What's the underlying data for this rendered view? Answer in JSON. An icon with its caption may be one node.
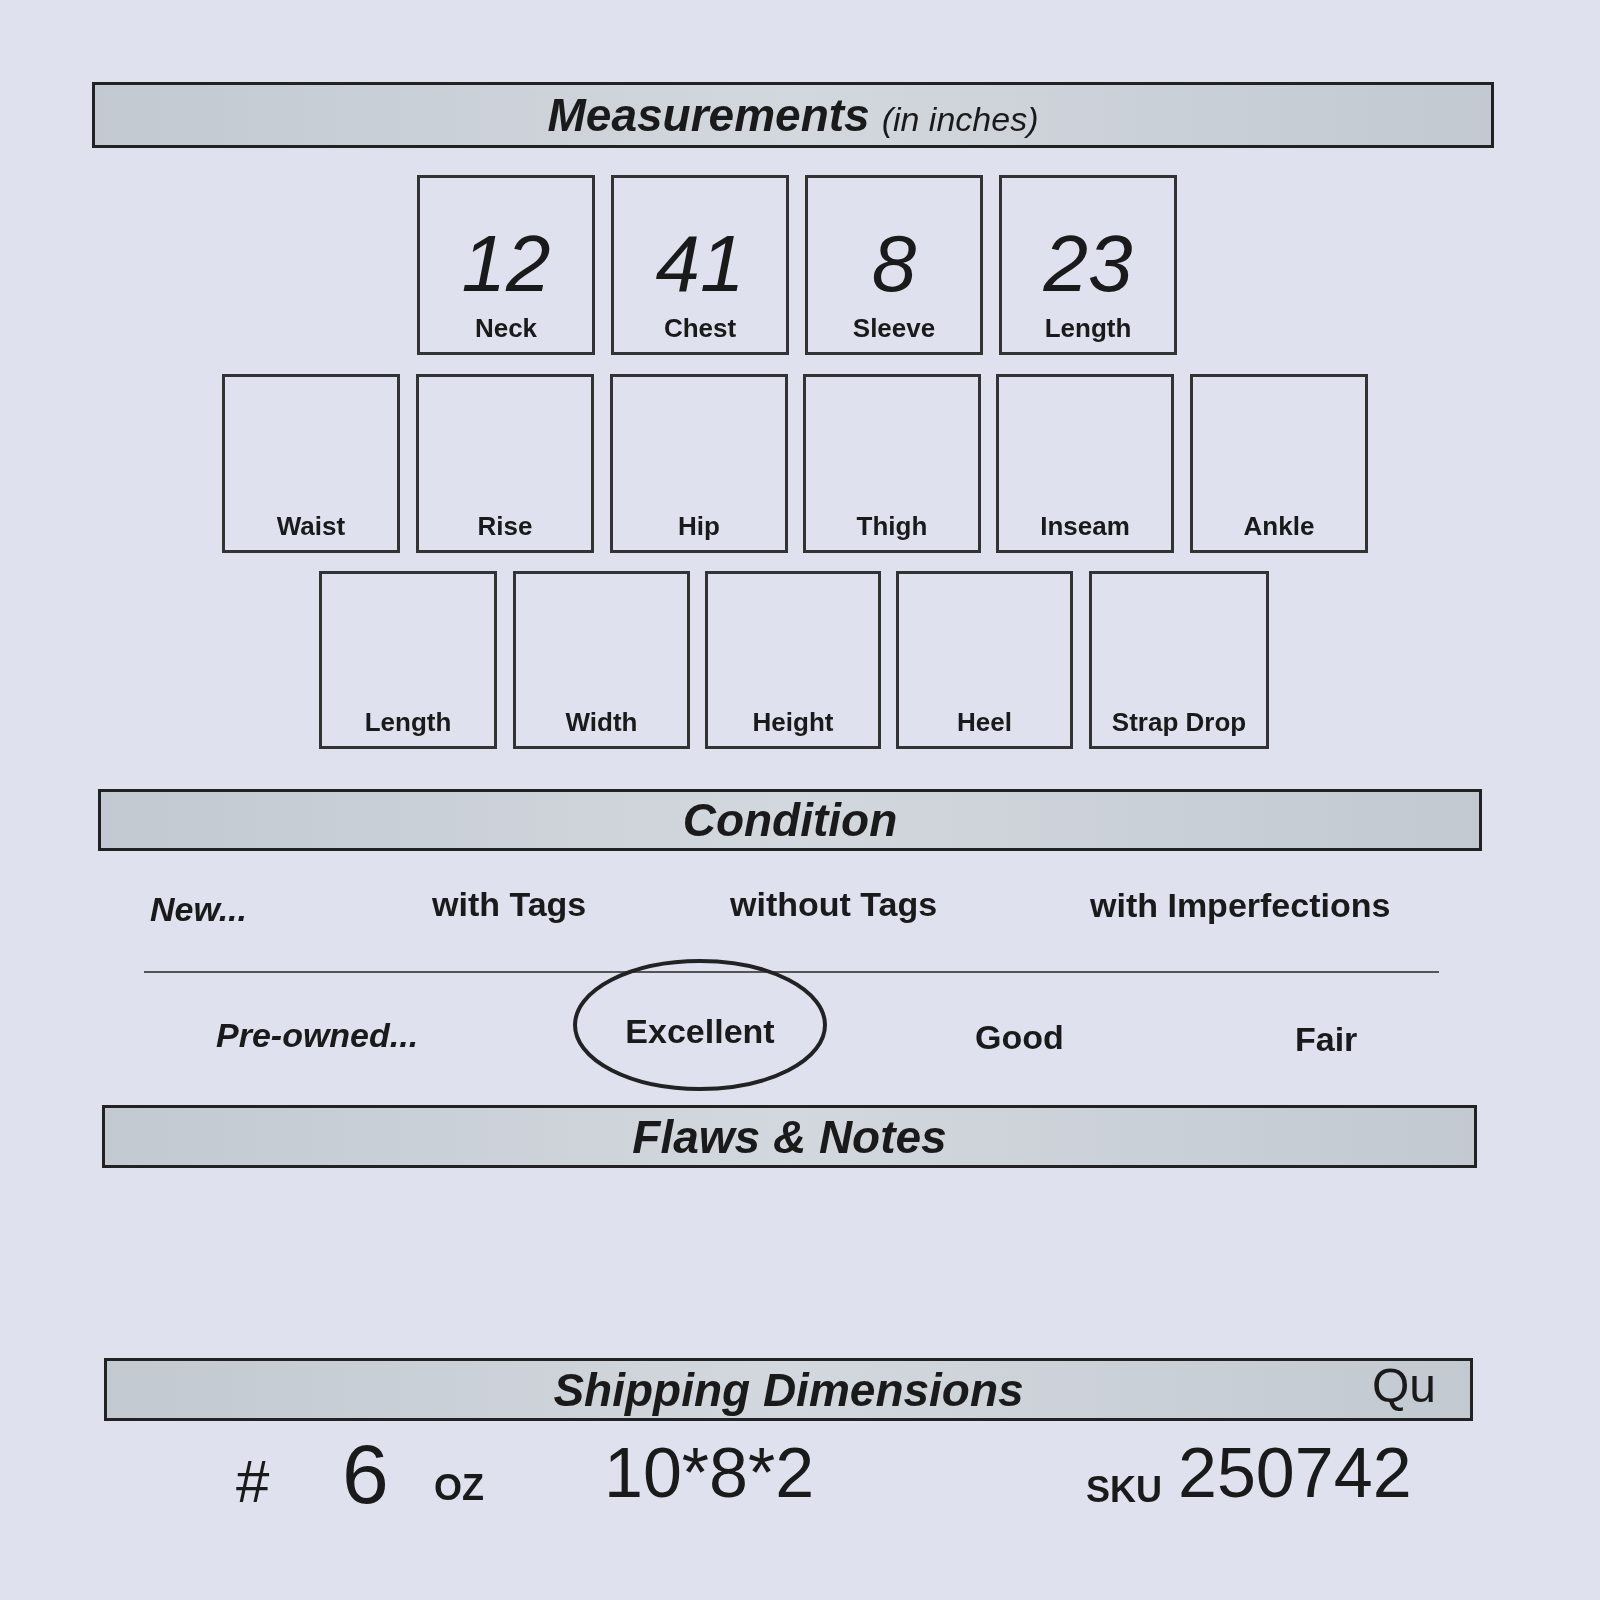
{
  "diagram": {
    "nodes": [
      {
        "text": [
          "Measurements",
          "(in inches)"
        ]
      },
      {
        "text": [
          "12",
          "Neck"
        ]
      },
      {
        "text": [
          "41",
          "Chest"
        ]
      },
      {
        "text": [
          "8",
          "Sleeve"
        ]
      },
      {
        "text": [
          "23",
          "Length"
        ]
      },
      {
        "text": [
          "Waist"
        ]
      },
      {
        "text": [
          "Rise"
        ]
      },
      {
        "text": [
          "Hip"
        ]
      },
      {
        "text": [
          "Thigh"
        ]
      },
      {
        "text": [
          "Inseam"
        ]
      },
      {
        "text": [
          "Ankle"
        ]
      },
      {
        "text": [
          "Length"
        ]
      },
      {
        "text": [
          "Width"
        ]
      },
      {
        "text": [
          "Height"
        ]
      },
      {
        "text": [
          "Heel"
        ]
      },
      {
        "text": [
          "Strap Drop"
        ]
      },
      {
        "text": [
          "Condition"
        ]
      },
      {
        "text": [
          "Excellent"
        ]
      },
      {
        "text": [
          "Flaws & Notes"
        ]
      },
      {
        "text": [
          "Shipping Dimensions"
        ]
      }
    ],
    "labels": [
      "New...",
      "with Tags",
      "without Tags",
      "with Imperfections",
      "Pre-owned...",
      "Good",
      "Fair",
      "Qu",
      "#",
      "6",
      "OZ",
      "10*8*2",
      "SKU",
      "250742"
    ]
  }
}
